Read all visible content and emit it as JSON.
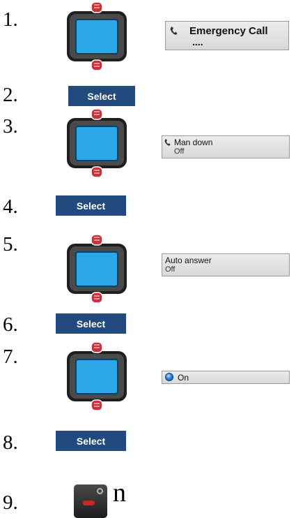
{
  "steps": [
    {
      "number": "1."
    },
    {
      "number": "2.",
      "button": "Select"
    },
    {
      "number": "3."
    },
    {
      "number": "4.",
      "button": "Select"
    },
    {
      "number": "5."
    },
    {
      "number": "6.",
      "button": "Select"
    },
    {
      "number": "7."
    },
    {
      "number": "8.",
      "button": "Select"
    },
    {
      "number": "9."
    }
  ],
  "screens": {
    "emergency": {
      "title": "Emergency Call",
      "value": "...."
    },
    "man_down": {
      "title": "Man down",
      "value": "Off"
    },
    "auto_answer": {
      "title": "Auto answer",
      "value": "Off"
    },
    "option": {
      "label": "On"
    }
  },
  "last_key_text": "n",
  "colors": {
    "select_button": "#224a7e",
    "screen": "#2ba6e6",
    "knob": "#c9323c"
  },
  "icons": [
    "nav-key-icon",
    "handset-icon",
    "radio-selected-icon",
    "end-call-key-icon"
  ]
}
